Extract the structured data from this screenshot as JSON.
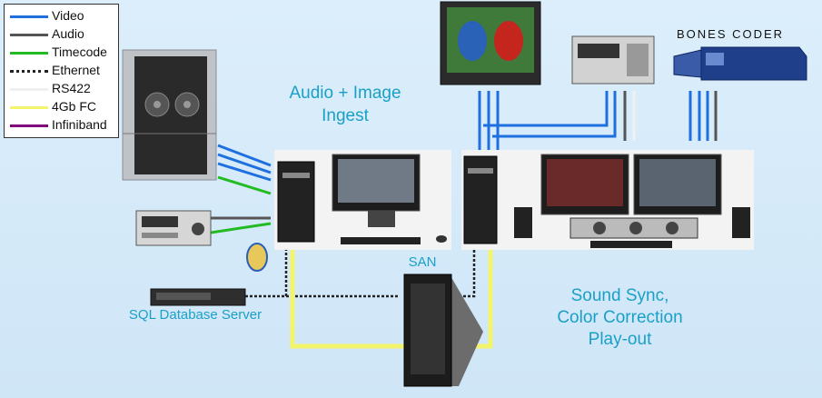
{
  "legend": [
    {
      "label": "Video",
      "color": "#1e6fe0",
      "style": "solid"
    },
    {
      "label": "Audio",
      "color": "#555555",
      "style": "solid"
    },
    {
      "label": "Timecode",
      "color": "#22bb22",
      "style": "solid"
    },
    {
      "label": "Ethernet",
      "color": "#222222",
      "style": "dotted"
    },
    {
      "label": "RS422",
      "color": "#f0f0f0",
      "style": "solid"
    },
    {
      "label": "4Gb FC",
      "color": "#f4f46a",
      "style": "solid"
    },
    {
      "label": "Infiniband",
      "color": "#800080",
      "style": "solid"
    }
  ],
  "captions": {
    "ingest_line1": "Audio + Image",
    "ingest_line2": "Ingest",
    "san": "SAN",
    "sql": "SQL Database Server",
    "sync_line1": "Sound Sync,",
    "sync_line2": "Color Correction",
    "sync_line3": "Play-out",
    "coder_brand": "BONES CODER"
  },
  "colors": {
    "caption": "#1aa0c8",
    "video": "#1e6fe0",
    "audio": "#555555",
    "timecode": "#22bb22",
    "fc": "#f4f46a"
  }
}
